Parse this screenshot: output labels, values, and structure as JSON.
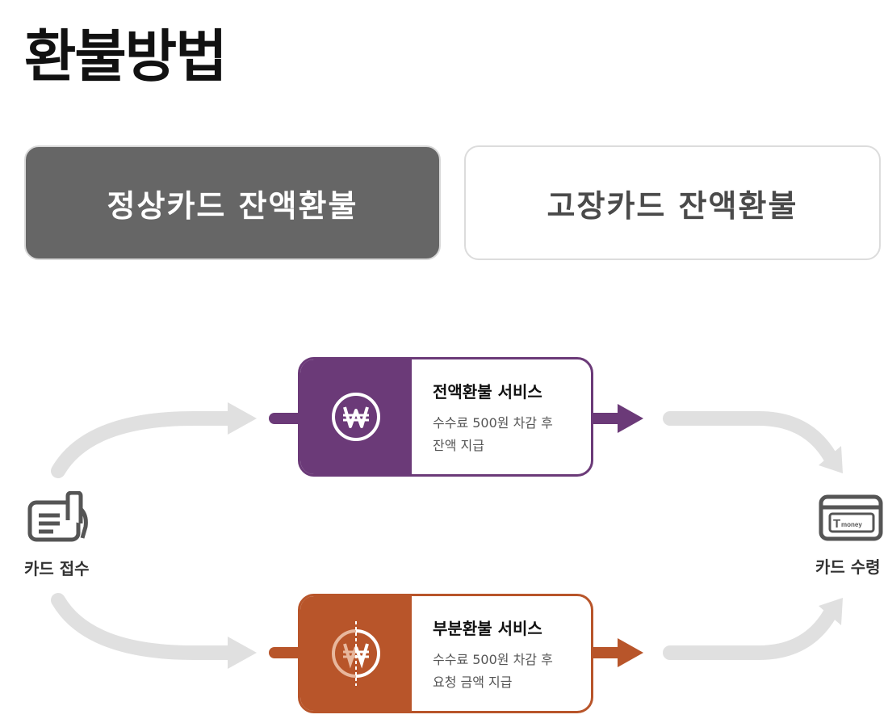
{
  "page_title": "환불방법",
  "tabs": [
    {
      "label": "정상카드 잔액환불",
      "active": true
    },
    {
      "label": "고장카드 잔액환불",
      "active": false
    }
  ],
  "flow": {
    "start_label": "카드 접수",
    "end_label": "카드 수령",
    "end_icon_text": "money",
    "services": [
      {
        "title": "전액환불 서비스",
        "desc_line1": "수수료 500원 차감 후",
        "desc_line2": "잔액 지급",
        "icon": "won-coin-icon",
        "color": "#6b3a78"
      },
      {
        "title": "부분환불 서비스",
        "desc_line1": "수수료 500원 차감 후",
        "desc_line2": "요청 금액 지급",
        "icon": "half-won-coin-icon",
        "color": "#b8552a"
      }
    ]
  },
  "colors": {
    "tab_active_bg": "#666666",
    "arrow_gray": "#e0e0e0",
    "purple": "#6b3a78",
    "orange": "#b8552a"
  }
}
